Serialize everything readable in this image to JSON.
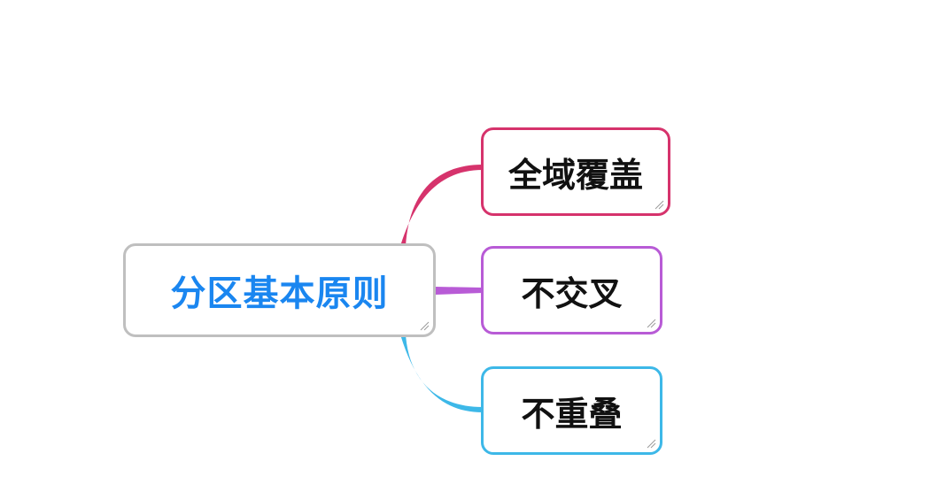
{
  "root": {
    "label": "分区基本原则",
    "border_color": "#bfbfbf",
    "text_color": "#1a86f0"
  },
  "children": [
    {
      "label": "全域覆盖",
      "color": "#d6336c"
    },
    {
      "label": "不交叉",
      "color": "#b85bd6"
    },
    {
      "label": "不重叠",
      "color": "#3db8e8"
    }
  ]
}
